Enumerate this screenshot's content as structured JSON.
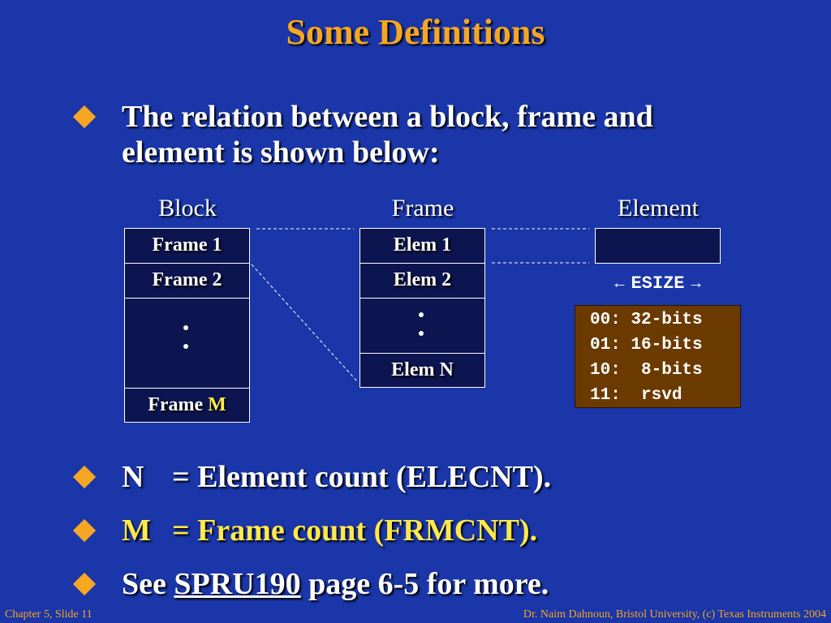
{
  "title": "Some Definitions",
  "bullets": {
    "intro_line1": "The relation between a block, frame and",
    "intro_line2": "element is shown below:",
    "n_var": "N",
    "n_text": "= Element count (ELECNT).",
    "m_var": "M",
    "m_text": "= Frame count (FRMCNT).",
    "see_pre": "See",
    "see_link": "SPRU190",
    "see_post": "page 6-5 for more."
  },
  "diagram": {
    "block_header": "Block",
    "frame_header": "Frame",
    "element_header": "Element",
    "block_cells": [
      "Frame 1",
      "Frame 2"
    ],
    "block_last_prefix": "Frame",
    "block_last_var": "M",
    "frame_cells": [
      "Elem 1",
      "Elem 2"
    ],
    "frame_last": "Elem N",
    "esize_label": "ESIZE",
    "esize_values": [
      "00: 32-bits",
      "01: 16-bits",
      "10:  8-bits",
      "11:  rsvd"
    ]
  },
  "colors": {
    "background": "#1a36a8",
    "title": "#f5a623",
    "bullet": "#f5a623",
    "highlight": "#ffe94a",
    "box_fill": "#0c1550",
    "esize_box": "#6b3a00"
  },
  "footer": {
    "left": "Chapter 5, Slide 11",
    "right": "Dr. Naim Dahnoun, Bristol University,  (c) Texas Instruments 2004"
  }
}
